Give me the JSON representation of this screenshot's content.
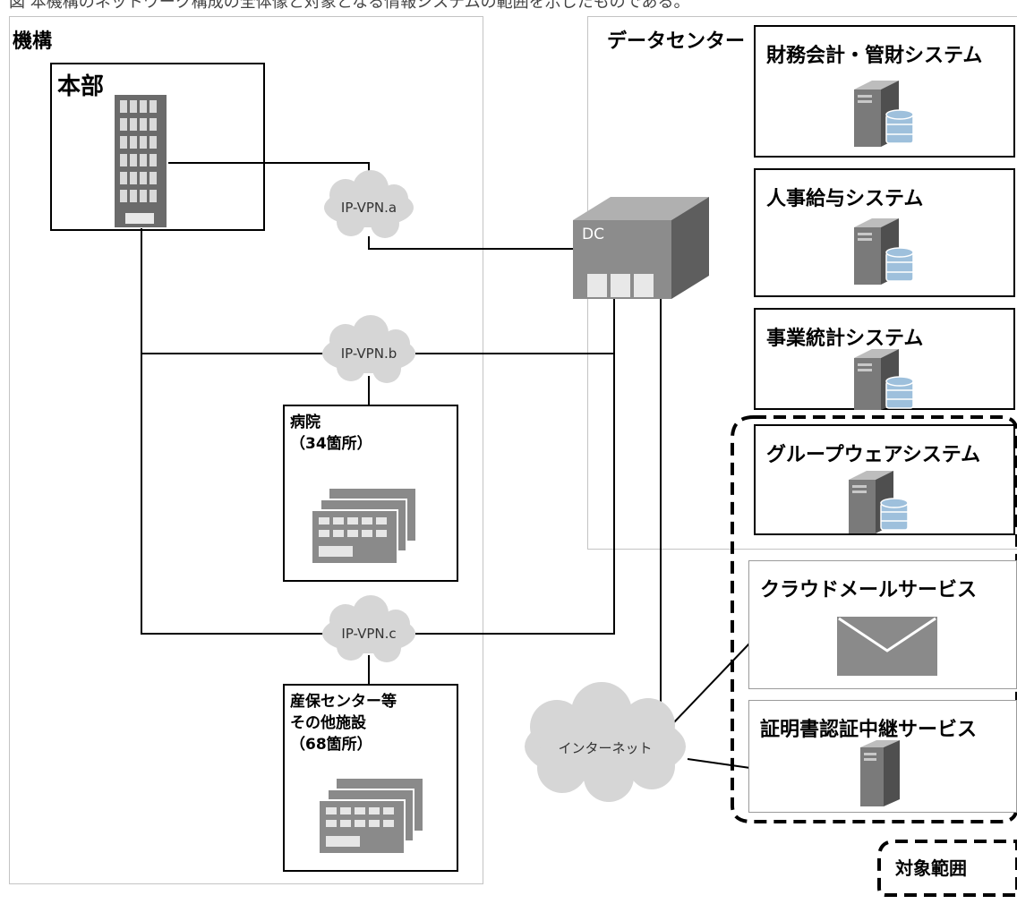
{
  "top_caption": "図 本機構のネットワーク構成の全体像と対象となる情報システムの範囲を示したものである。",
  "org": {
    "label": "機構",
    "hq_label": "本部",
    "hospital_label_1": "病院",
    "hospital_label_2": "（34箇所）",
    "other_label_1": "産保センター等",
    "other_label_2": "その他施設",
    "other_label_3": "（68箇所）"
  },
  "networks": {
    "vpn_a": "IP-VPN.a",
    "vpn_b": "IP-VPN.b",
    "vpn_c": "IP-VPN.c",
    "internet": "インターネット"
  },
  "datacenter": {
    "label": "データセンター",
    "dc_label": "DC",
    "systems": [
      "財務会計・管財システム",
      "人事給与システム",
      "事業統計システム",
      "グループウェアシステム"
    ]
  },
  "services": {
    "mail": "クラウドメールサービス",
    "cert": "証明書認証中継サービス"
  },
  "legend": {
    "scope_label": "対象範囲"
  },
  "colors": {
    "region_border": "#c4c4c4",
    "cloud": "#d6d6d6",
    "server_dark": "#6b6b6b",
    "server_light": "#9a9a9a",
    "db_blue": "#9ec0dc",
    "dc_box": "#8c8c8c"
  }
}
